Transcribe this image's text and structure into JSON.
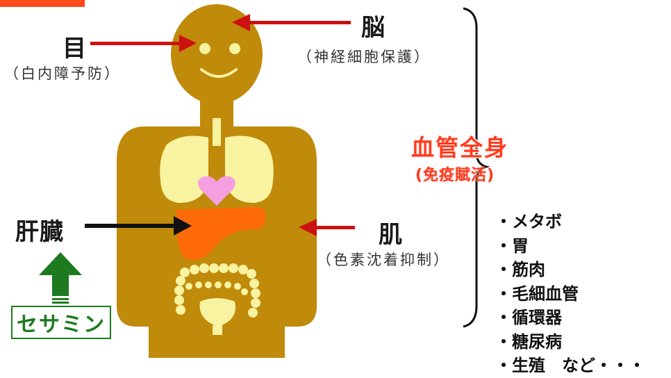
{
  "labels": {
    "eye": {
      "title": "目",
      "subtitle": "（白内障予防）"
    },
    "brain": {
      "title": "脳",
      "subtitle": "（神経細胞保護）"
    },
    "whole_body": {
      "title": "血管全身",
      "subtitle": "(免疫賦活)"
    },
    "liver": {
      "title": "肝臓"
    },
    "skin": {
      "title": "肌",
      "subtitle": "（色素沈着抑制）"
    },
    "sesamin": "セサミン"
  },
  "benefit_list": [
    "・メタボ",
    "・胃",
    "・筋肉",
    "・毛細血管",
    "・循環器",
    "・糖尿病",
    "・生殖　など・・・"
  ],
  "colors": {
    "body": "#c08a0a",
    "lungs": "#f7f3a0",
    "heart": "#f4a0e0",
    "liver": "#ff6a0a",
    "intestine": "#f7f3a0",
    "arrow_red": "#cc1111",
    "arrow_green": "#1e7a1e",
    "accent_orange": "#ff4a1a"
  }
}
